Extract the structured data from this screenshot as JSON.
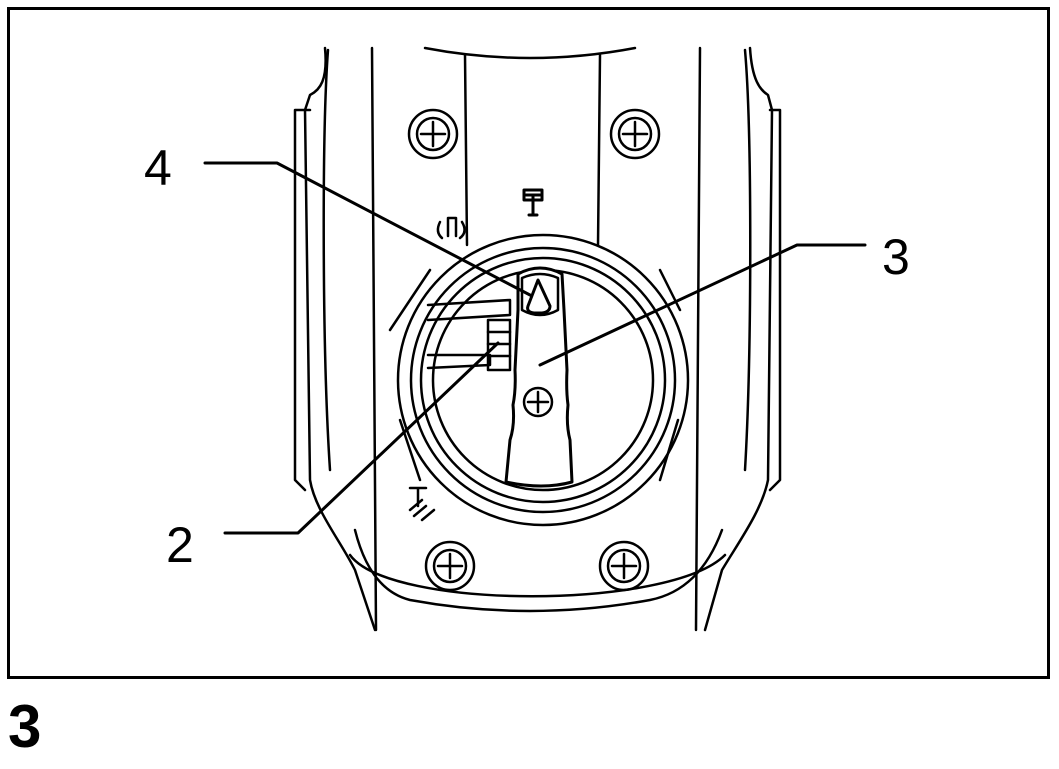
{
  "figure": {
    "number": "3",
    "callouts": [
      {
        "id": "4",
        "label": "4"
      },
      {
        "id": "3",
        "label": "3"
      },
      {
        "id": "2",
        "label": "2"
      }
    ],
    "mode_symbols": [
      "rotation-only-symbol",
      "hammer-only-symbol",
      "rotation-with-hammering-symbol"
    ],
    "line_color": "#000000",
    "background_color": "#ffffff"
  }
}
